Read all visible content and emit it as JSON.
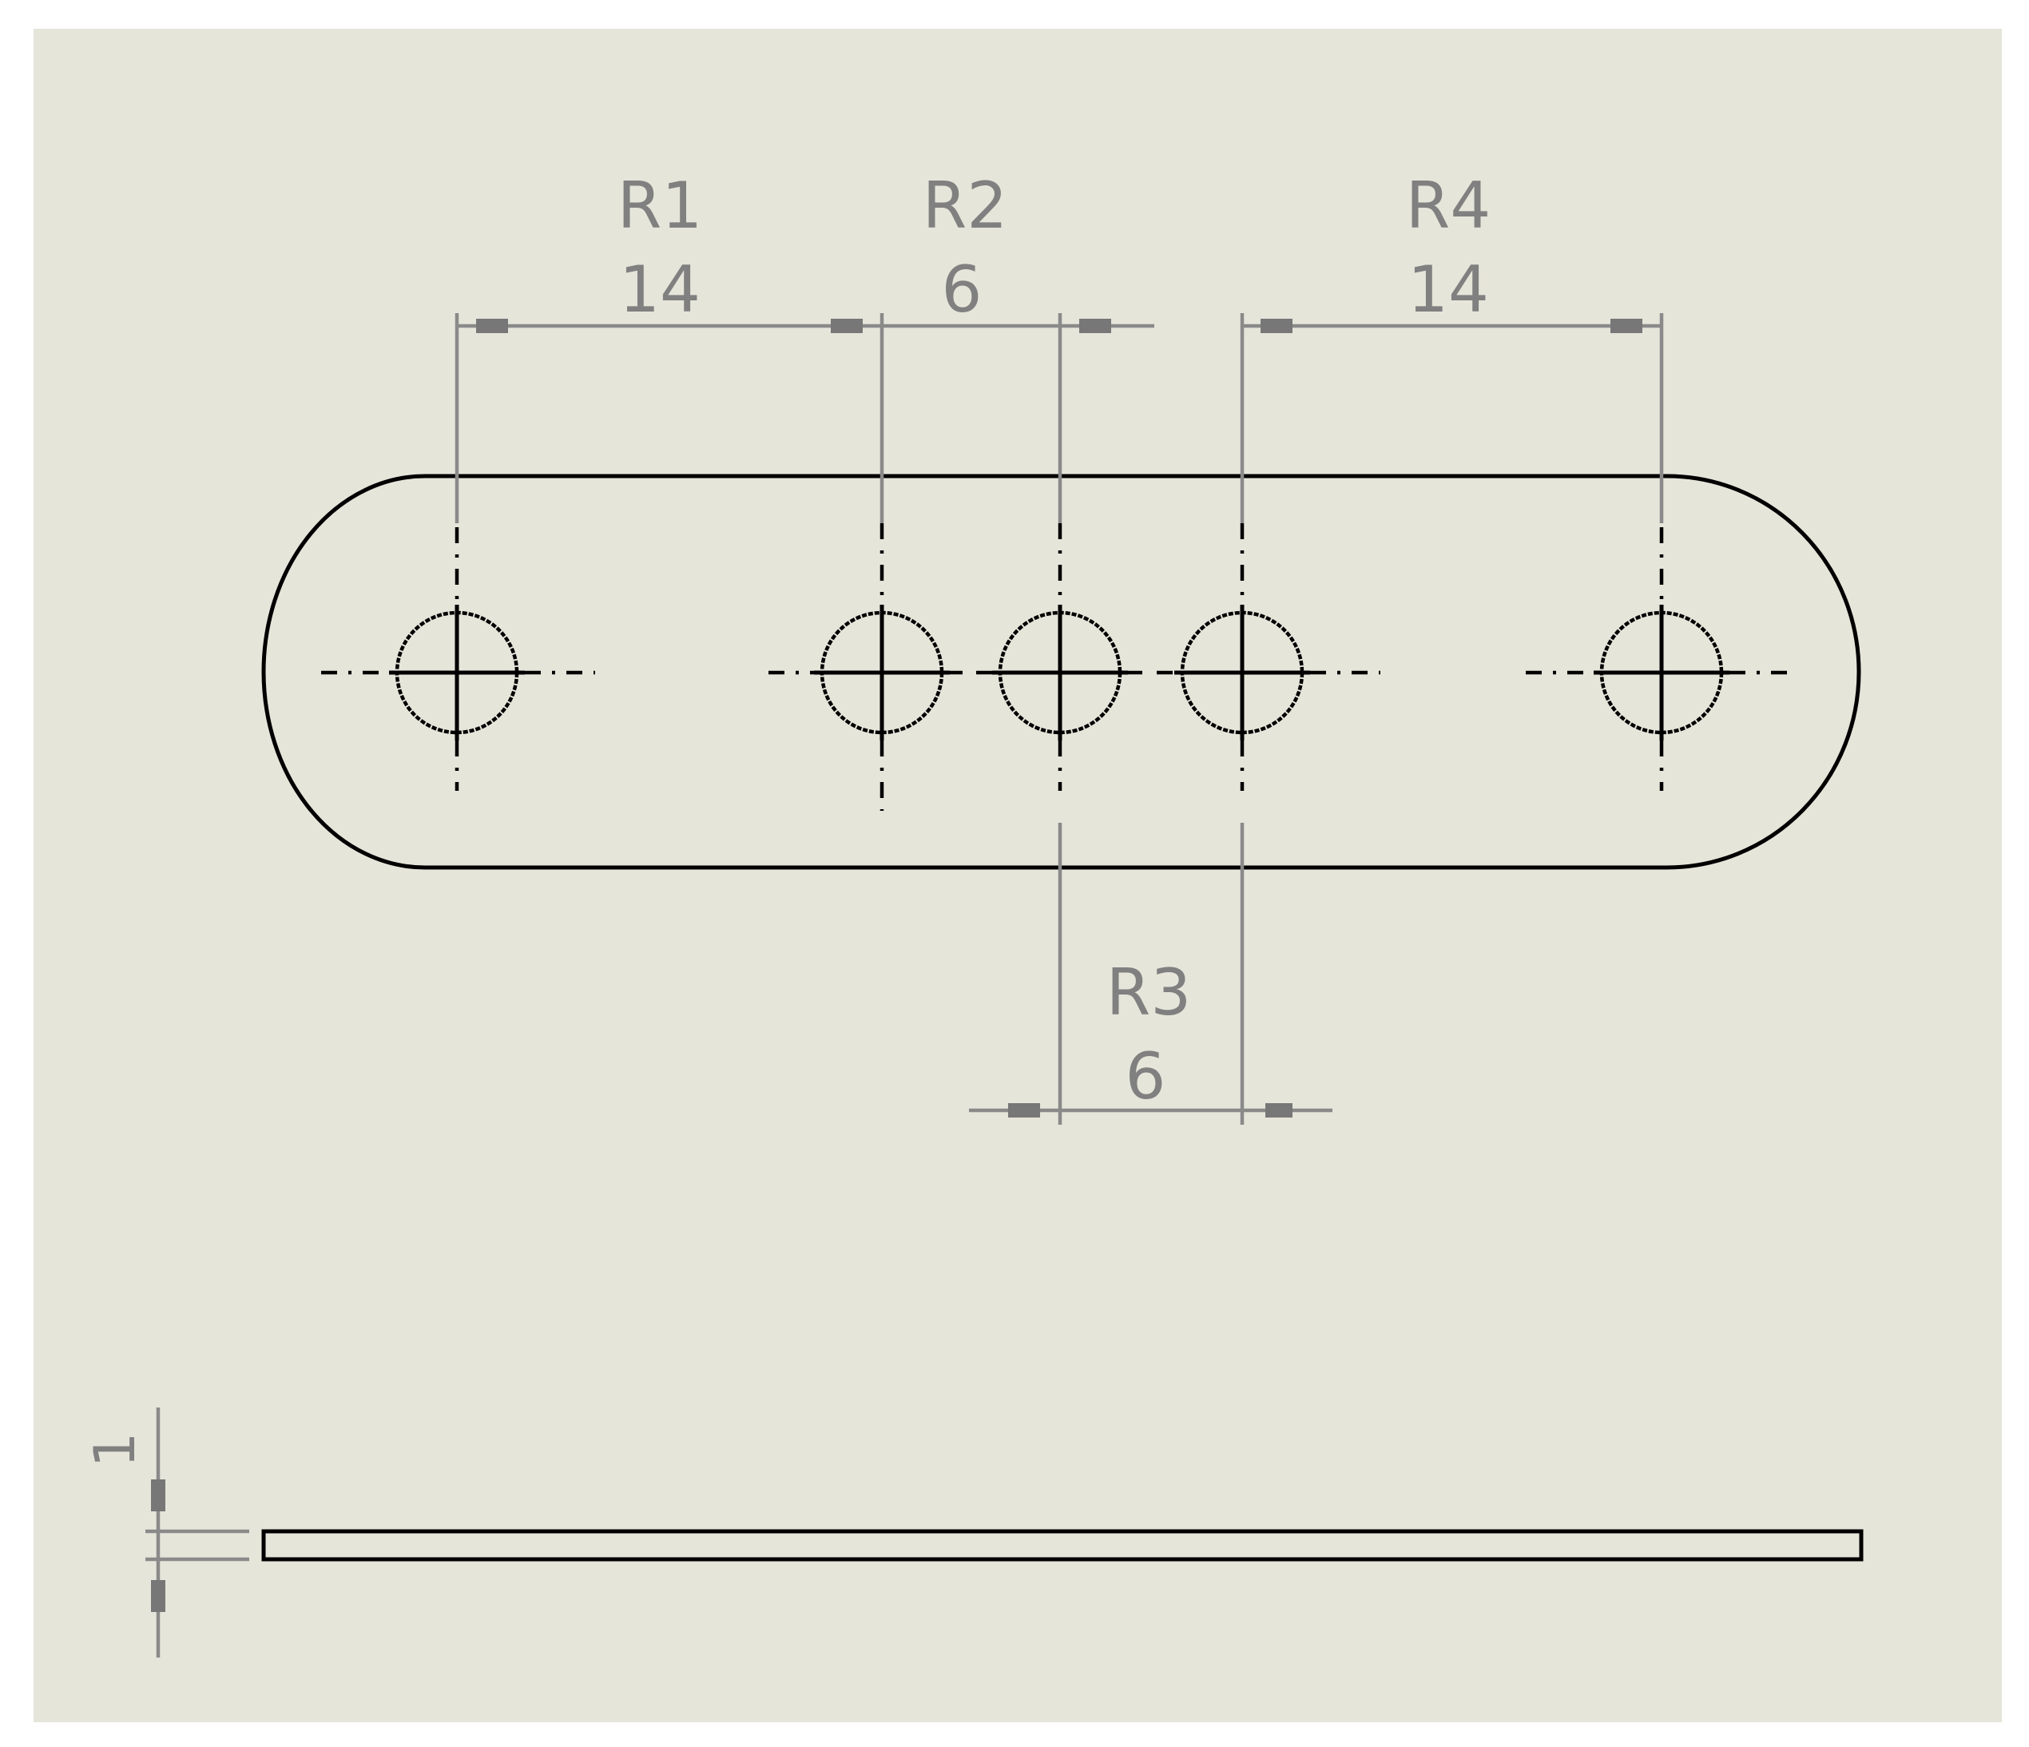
{
  "drawing": {
    "background_color": "#e6e5da",
    "line_color": "#000000",
    "dimension_color": "#808080"
  },
  "dimensions": {
    "r1": {
      "label": "R1",
      "value": "14"
    },
    "r2": {
      "label": "R2",
      "value": "6"
    },
    "r3": {
      "label": "R3",
      "value": "6"
    },
    "r4": {
      "label": "R4",
      "value": "14"
    },
    "thickness": {
      "value": "1"
    }
  },
  "holes_count": 5
}
